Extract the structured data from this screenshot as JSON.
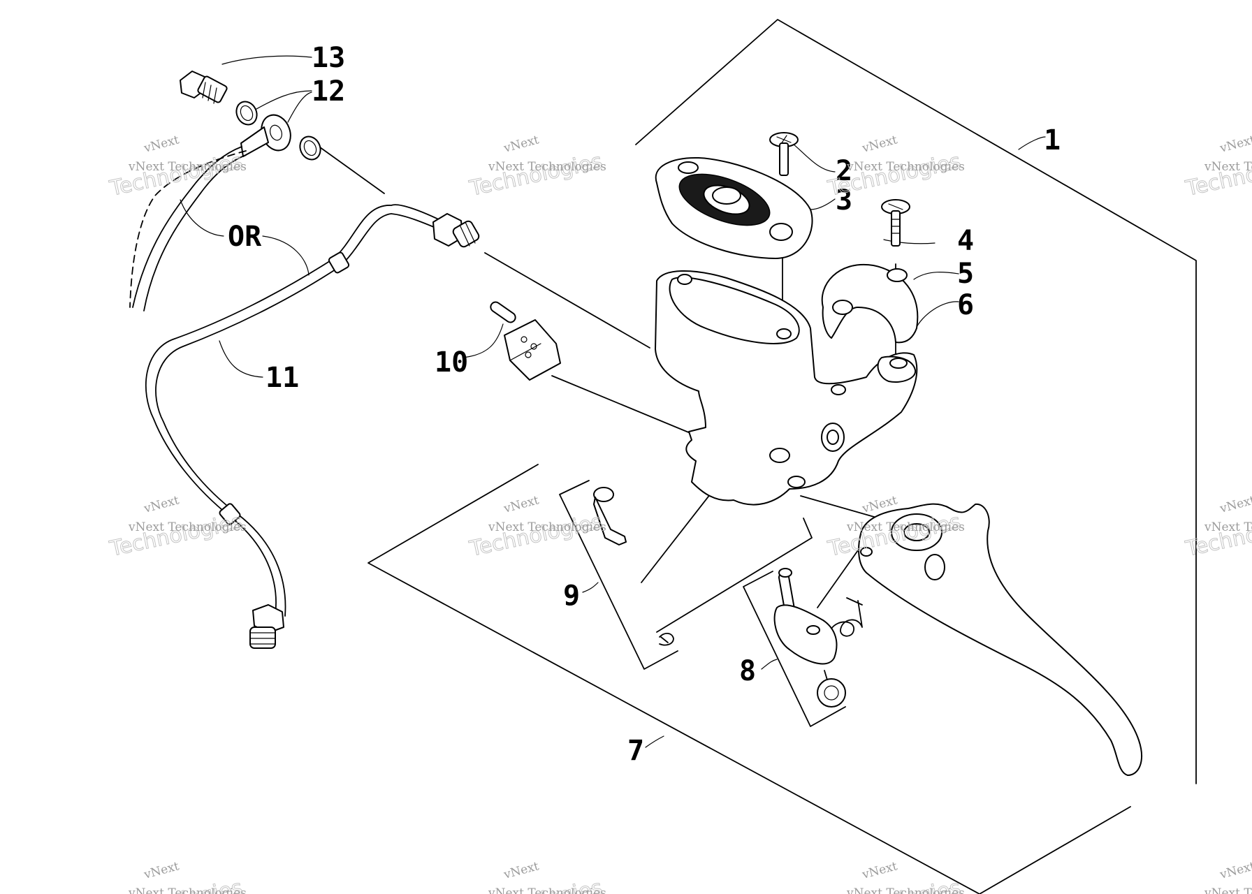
{
  "callouts": [
    "1",
    "2",
    "3",
    "4",
    "5",
    "6",
    "7",
    "8",
    "9",
    "10",
    "11",
    "12",
    "13"
  ],
  "alternate_label": "OR",
  "watermark": {
    "top_text": "vNext",
    "line_text": "vNext Technologies",
    "big_text": "Technologies"
  }
}
